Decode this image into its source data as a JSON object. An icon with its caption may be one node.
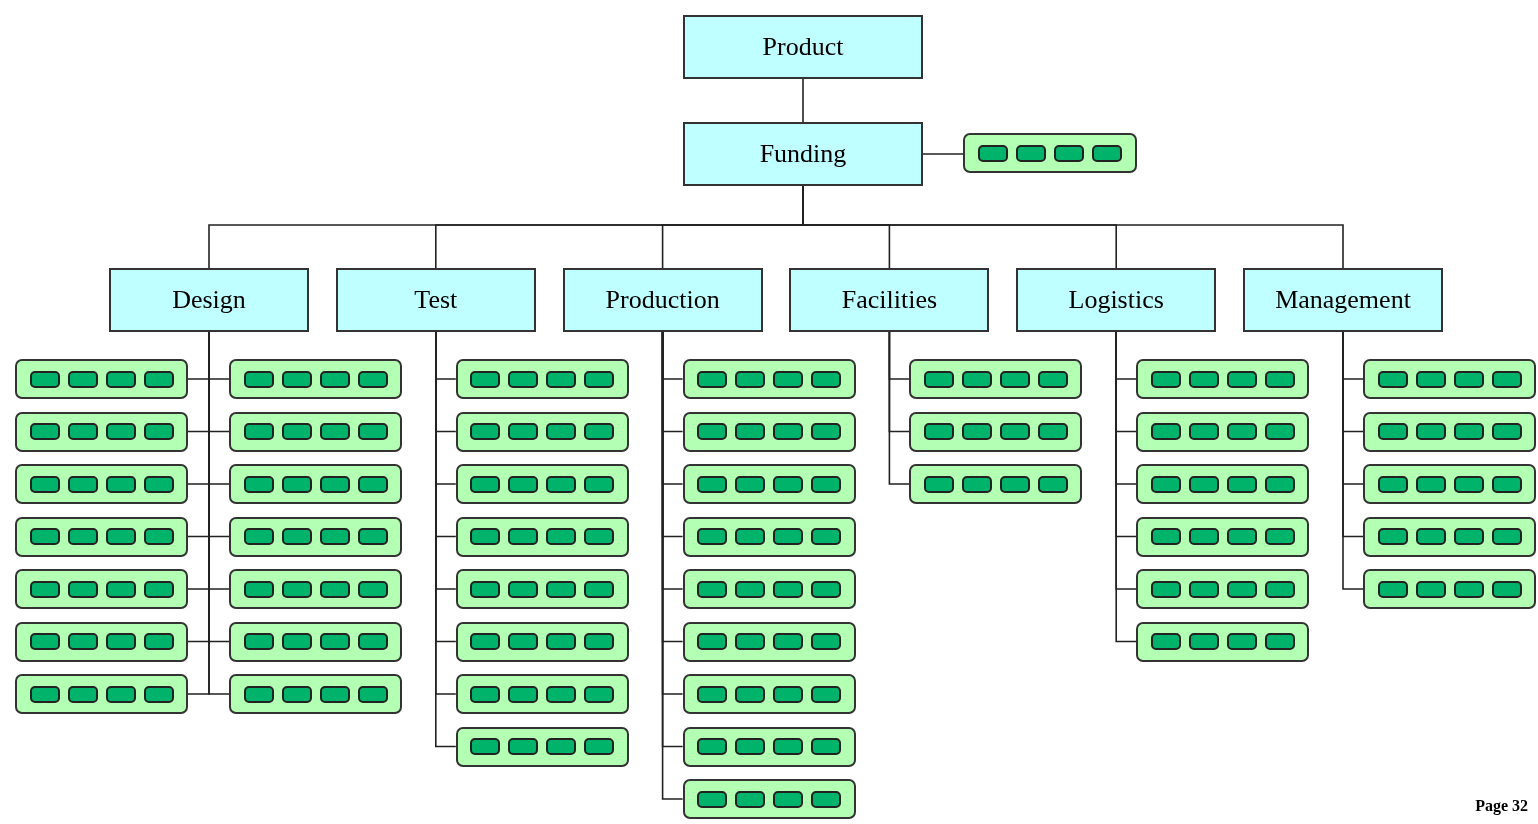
{
  "diagram": {
    "nodes": [
      {
        "text": [
          "Product"
        ]
      },
      {
        "text": [
          "Funding"
        ]
      },
      {
        "text": [],
        "shape": "box"
      },
      {
        "text": [
          "Design"
        ]
      },
      {
        "text": [
          "Test"
        ]
      },
      {
        "text": [
          "Production"
        ]
      },
      {
        "text": [
          "Facilities"
        ]
      },
      {
        "text": [
          "Logistics"
        ]
      },
      {
        "text": [
          "Management"
        ]
      },
      {
        "text": [],
        "shape": "box"
      },
      {
        "text": [],
        "shape": "box"
      },
      {
        "text": [],
        "shape": "box"
      },
      {
        "text": [],
        "shape": "box"
      },
      {
        "text": [],
        "shape": "box"
      },
      {
        "text": [],
        "shape": "box"
      },
      {
        "text": [],
        "shape": "box"
      },
      {
        "text": [],
        "shape": "box"
      },
      {
        "text": [],
        "shape": "box"
      },
      {
        "text": [],
        "shape": "box"
      },
      {
        "text": [],
        "shape": "box"
      },
      {
        "text": [],
        "shape": "box"
      },
      {
        "text": [],
        "shape": "box"
      },
      {
        "text": [],
        "shape": "box"
      },
      {
        "text": [],
        "shape": "box"
      },
      {
        "text": [],
        "shape": "box"
      },
      {
        "text": [],
        "shape": "box"
      },
      {
        "text": [],
        "shape": "box"
      },
      {
        "text": [],
        "shape": "box"
      },
      {
        "text": [],
        "shape": "box"
      },
      {
        "text": [],
        "shape": "box"
      },
      {
        "text": [],
        "shape": "box"
      },
      {
        "text": [],
        "shape": "box"
      },
      {
        "text": [],
        "shape": "box"
      },
      {
        "text": [],
        "shape": "box"
      },
      {
        "text": [],
        "shape": "box"
      },
      {
        "text": [],
        "shape": "box"
      },
      {
        "text": [],
        "shape": "box"
      },
      {
        "text": [],
        "shape": "box"
      },
      {
        "text": [],
        "shape": "box"
      },
      {
        "text": [],
        "shape": "box"
      },
      {
        "text": [],
        "shape": "box"
      },
      {
        "text": [],
        "shape": "box"
      },
      {
        "text": [],
        "shape": "box"
      },
      {
        "text": [],
        "shape": "box"
      },
      {
        "text": [],
        "shape": "box"
      },
      {
        "text": [],
        "shape": "box"
      },
      {
        "text": [],
        "shape": "box"
      },
      {
        "text": [],
        "shape": "box"
      },
      {
        "text": [],
        "shape": "box"
      },
      {
        "text": [],
        "shape": "box"
      },
      {
        "text": [],
        "shape": "box"
      },
      {
        "text": [],
        "shape": "box"
      },
      {
        "text": [],
        "shape": "box"
      },
      {
        "text": [],
        "shape": "box"
      }
    ],
    "edges": [
      {
        "from": 0,
        "to": 1,
        "arrow": "none"
      },
      {
        "from": 1,
        "to": 2,
        "arrow": "none"
      },
      {
        "from": 1,
        "to": 3,
        "arrow": "none"
      },
      {
        "from": 1,
        "to": 4,
        "arrow": "none"
      },
      {
        "from": 1,
        "to": 5,
        "arrow": "none"
      },
      {
        "from": 1,
        "to": 6,
        "arrow": "none"
      },
      {
        "from": 1,
        "to": 7,
        "arrow": "none"
      },
      {
        "from": 1,
        "to": 8,
        "arrow": "none"
      },
      {
        "from": 3,
        "to": 9,
        "arrow": "none"
      },
      {
        "from": 3,
        "to": 10,
        "arrow": "none"
      },
      {
        "from": 3,
        "to": 11,
        "arrow": "none"
      },
      {
        "from": 3,
        "to": 12,
        "arrow": "none"
      },
      {
        "from": 3,
        "to": 13,
        "arrow": "none"
      },
      {
        "from": 3,
        "to": 14,
        "arrow": "none"
      },
      {
        "from": 3,
        "to": 15,
        "arrow": "none"
      },
      {
        "from": 3,
        "to": 16,
        "arrow": "none"
      },
      {
        "from": 3,
        "to": 17,
        "arrow": "none"
      },
      {
        "from": 3,
        "to": 18,
        "arrow": "none"
      },
      {
        "from": 3,
        "to": 19,
        "arrow": "none"
      },
      {
        "from": 3,
        "to": 20,
        "arrow": "none"
      },
      {
        "from": 3,
        "to": 21,
        "arrow": "none"
      },
      {
        "from": 3,
        "to": 22,
        "arrow": "none"
      },
      {
        "from": 4,
        "to": 23,
        "arrow": "none"
      },
      {
        "from": 4,
        "to": 24,
        "arrow": "none"
      },
      {
        "from": 4,
        "to": 25,
        "arrow": "none"
      },
      {
        "from": 4,
        "to": 26,
        "arrow": "none"
      },
      {
        "from": 4,
        "to": 27,
        "arrow": "none"
      },
      {
        "from": 4,
        "to": 28,
        "arrow": "none"
      },
      {
        "from": 4,
        "to": 29,
        "arrow": "none"
      },
      {
        "from": 4,
        "to": 30,
        "arrow": "none"
      },
      {
        "from": 5,
        "to": 31,
        "arrow": "none"
      },
      {
        "from": 5,
        "to": 32,
        "arrow": "none"
      },
      {
        "from": 5,
        "to": 33,
        "arrow": "none"
      },
      {
        "from": 5,
        "to": 34,
        "arrow": "none"
      },
      {
        "from": 5,
        "to": 35,
        "arrow": "none"
      },
      {
        "from": 5,
        "to": 36,
        "arrow": "none"
      },
      {
        "from": 5,
        "to": 37,
        "arrow": "none"
      },
      {
        "from": 5,
        "to": 38,
        "arrow": "none"
      },
      {
        "from": 5,
        "to": 39,
        "arrow": "none"
      },
      {
        "from": 6,
        "to": 40,
        "arrow": "none"
      },
      {
        "from": 6,
        "to": 41,
        "arrow": "none"
      },
      {
        "from": 6,
        "to": 42,
        "arrow": "none"
      },
      {
        "from": 7,
        "to": 43,
        "arrow": "none"
      },
      {
        "from": 7,
        "to": 44,
        "arrow": "none"
      },
      {
        "from": 7,
        "to": 45,
        "arrow": "none"
      },
      {
        "from": 7,
        "to": 46,
        "arrow": "none"
      },
      {
        "from": 7,
        "to": 47,
        "arrow": "none"
      },
      {
        "from": 7,
        "to": 48,
        "arrow": "none"
      },
      {
        "from": 8,
        "to": 49,
        "arrow": "none"
      },
      {
        "from": 8,
        "to": 50,
        "arrow": "none"
      },
      {
        "from": 8,
        "to": 51,
        "arrow": "none"
      },
      {
        "from": 8,
        "to": 52,
        "arrow": "none"
      },
      {
        "from": 8,
        "to": 53,
        "arrow": "none"
      }
    ],
    "labels": [
      "Page 32"
    ]
  }
}
